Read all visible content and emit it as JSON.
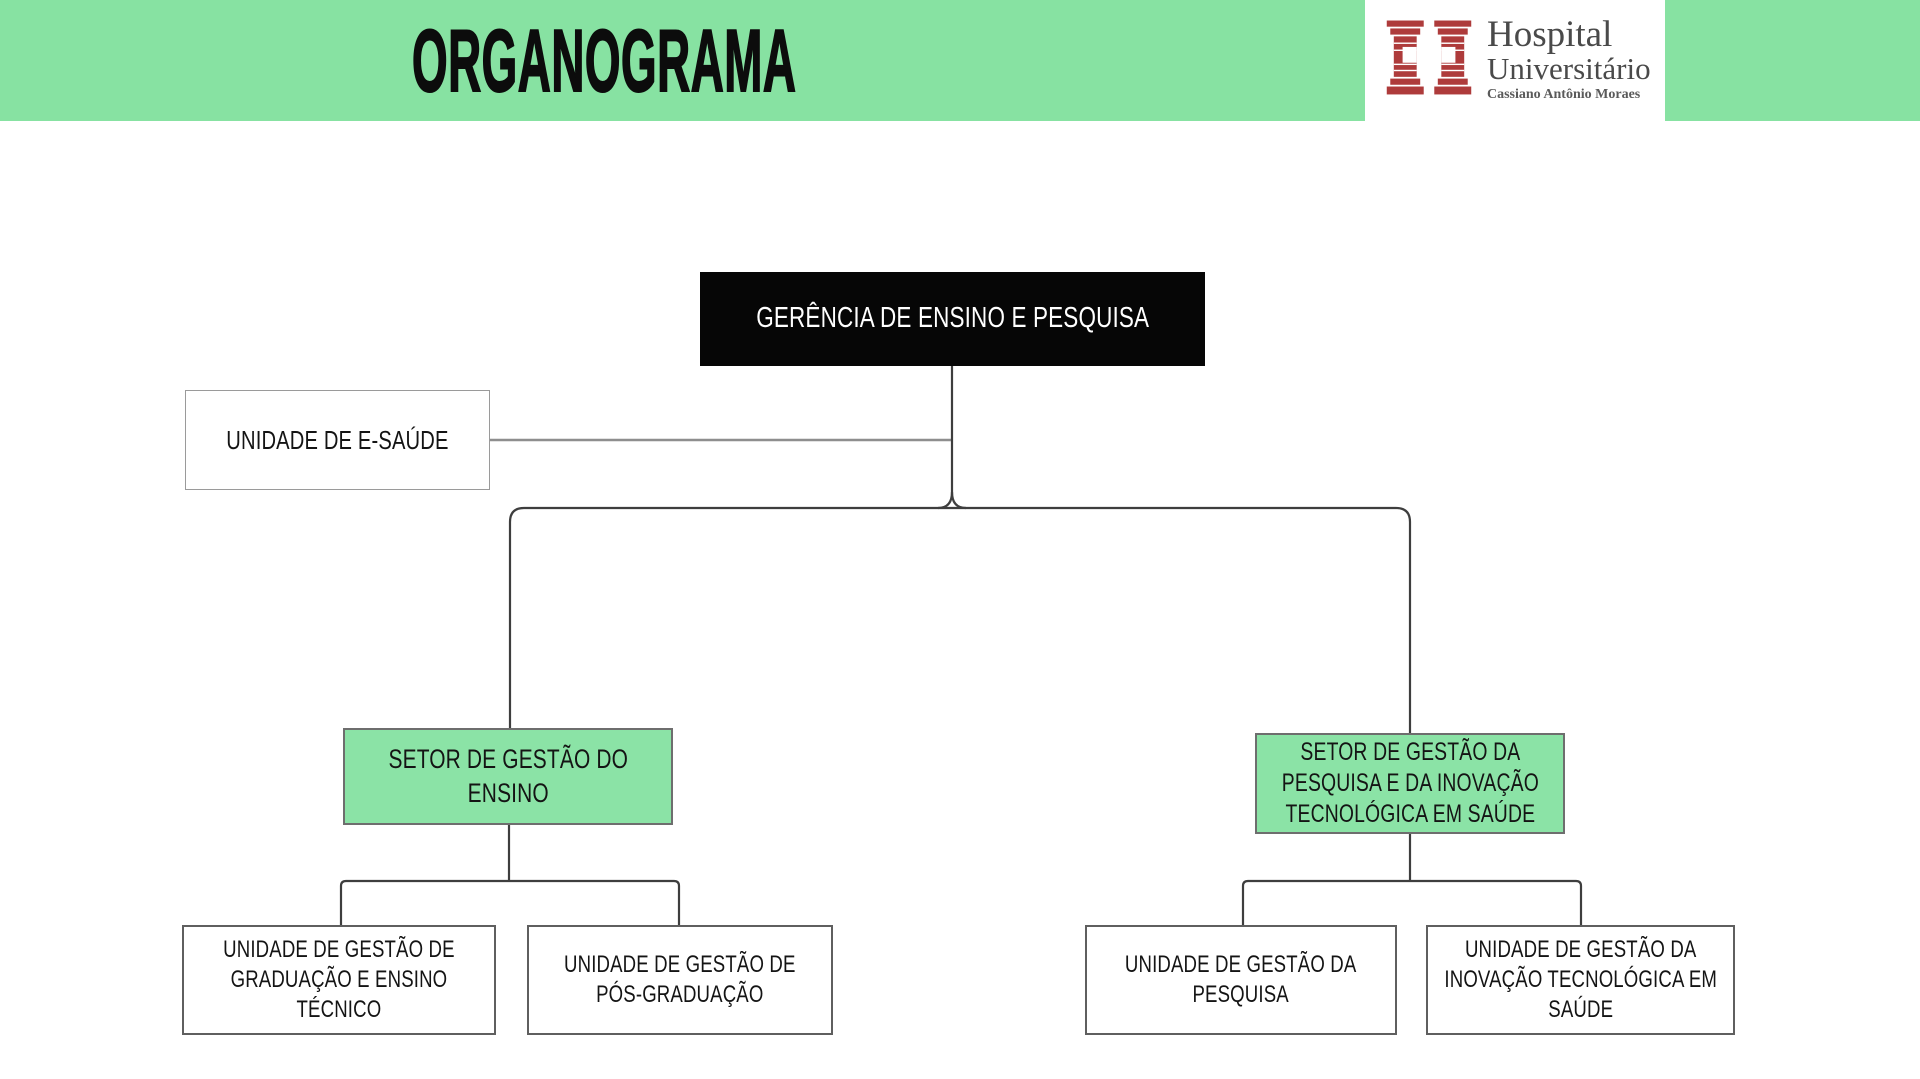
{
  "header": {
    "title": "ORGANOGRAMA",
    "bg_color": "#87E2A2"
  },
  "logo": {
    "icon": "hospital-columns-icon",
    "icon_color": "#AE3B3B",
    "hospital": "Hospital",
    "universitario": "Universitário",
    "subtitle": "Cassiano Antônio Moraes"
  },
  "org": {
    "root": {
      "label": "GERÊNCIA DE ENSINO E PESQUISA",
      "bg": "#060606",
      "text_color": "#FFFFFF"
    },
    "esaude": {
      "label": "UNIDADE DE E-SAÚDE",
      "bg": "#FFFFFF"
    },
    "sector_ensino": {
      "label": "SETOR DE GESTÃO DO ENSINO",
      "bg": "#8BE3A6"
    },
    "sector_pesquisa": {
      "label": "SETOR DE GESTÃO DA PESQUISA E DA INOVAÇÃO TECNOLÓGICA EM SAÚDE",
      "bg": "#8BE3A6"
    },
    "unit_graduacao": {
      "label": "UNIDADE DE GESTÃO DE GRADUAÇÃO E ENSINO TÉCNICO",
      "bg": "#FFFFFF"
    },
    "unit_pos": {
      "label": "UNIDADE DE GESTÃO DE PÓS-GRADUAÇÃO",
      "bg": "#FFFFFF"
    },
    "unit_pesquisa": {
      "label": "UNIDADE DE GESTÃO DA PESQUISA",
      "bg": "#FFFFFF"
    },
    "unit_inovacao": {
      "label": "UNIDADE DE GESTÃO DA INOVAÇÃO TECNOLÓGICA EM SAÚDE",
      "bg": "#FFFFFF"
    }
  },
  "colors": {
    "line_dark": "#3E3E3E",
    "line_gray": "#8E8E8E",
    "green_box_border": "#6E6E6E",
    "white_box_border": "#5F5F5F"
  }
}
